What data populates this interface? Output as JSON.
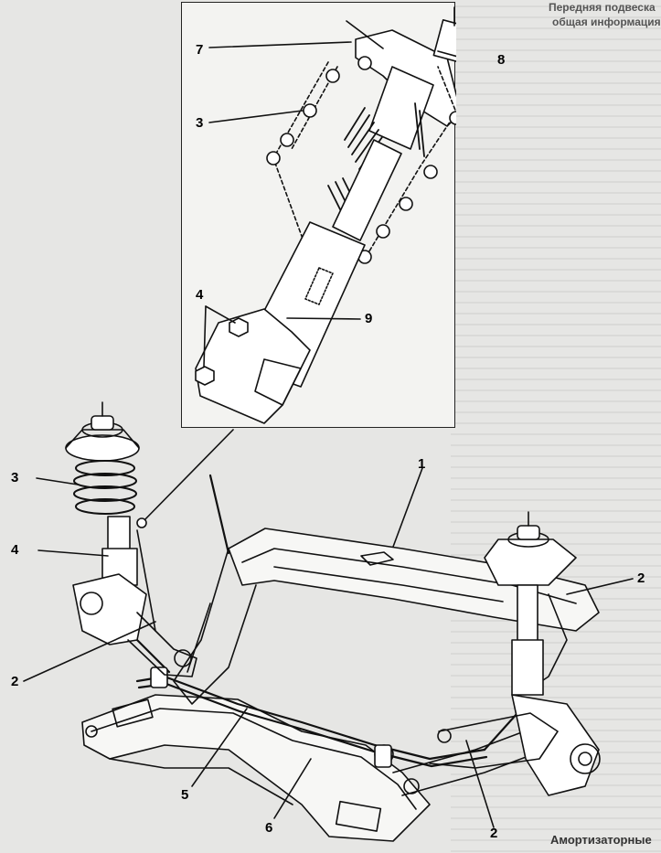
{
  "figure": {
    "headings": {
      "top_right_line1": "Передняя подвеска",
      "top_right_line2": "общая информация",
      "bottom_right": "Амортизаторные"
    },
    "callouts": {
      "n1": "1",
      "n2_right": "2",
      "n2_left": "2",
      "n2_bottom": "2",
      "n3_inset": "3",
      "n3_main": "3",
      "n4_inset": "4",
      "n4_main": "4",
      "n5": "5",
      "n6": "6",
      "n7": "7",
      "n8": "8",
      "n9": "9"
    }
  }
}
